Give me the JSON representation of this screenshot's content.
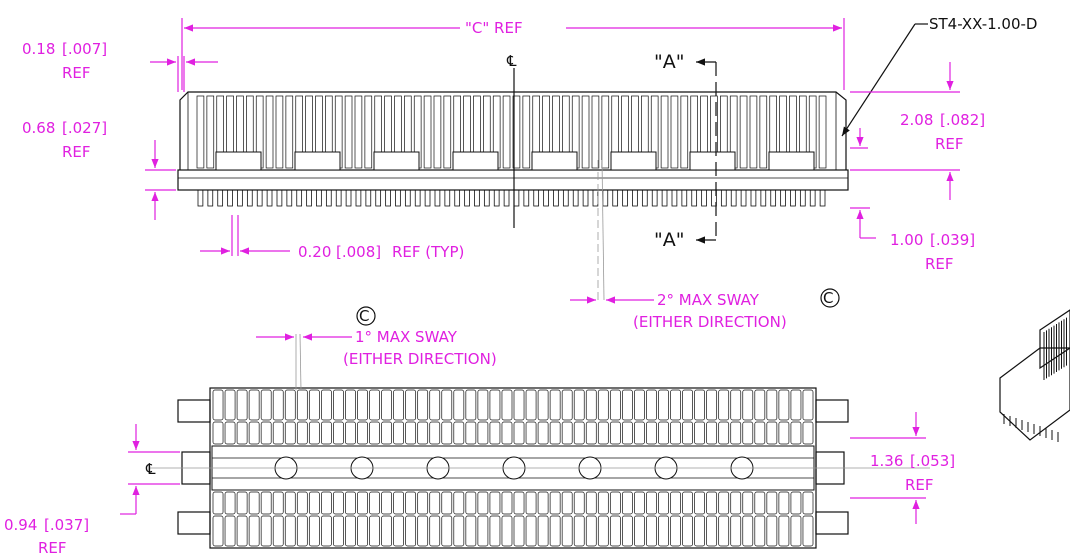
{
  "part_number": "ST4-XX-1.00-D",
  "section_label": "\"A\"",
  "centerline_symbol": "℄",
  "critical_symbol": "C",
  "dimensions": {
    "c_ref": "\"C\" REF",
    "d_018": "0.18",
    "d_018_in": "[.007]",
    "d_068": "0.68",
    "d_068_in": "[.027]",
    "d_208": "2.08",
    "d_208_in": "[.082]",
    "d_100": "1.00",
    "d_100_in": "[.039]",
    "d_020": "0.20",
    "d_020_in": "[.008]",
    "d_020_note": "REF (TYP)",
    "sway2": "2° MAX SWAY",
    "sway1": "1° MAX SWAY",
    "either": "(EITHER DIRECTION)",
    "d_136": "1.36",
    "d_136_in": "[.053]",
    "d_094": "0.94",
    "d_094_in": "[.037]",
    "ref": "REF"
  },
  "colors": {
    "dimension": "#e020e0",
    "outline": "#111111"
  },
  "drawing": {
    "top_pin_count": 64,
    "top_slot_count": 8,
    "bottom_pin_count": 50,
    "bottom_via_count": 7
  }
}
